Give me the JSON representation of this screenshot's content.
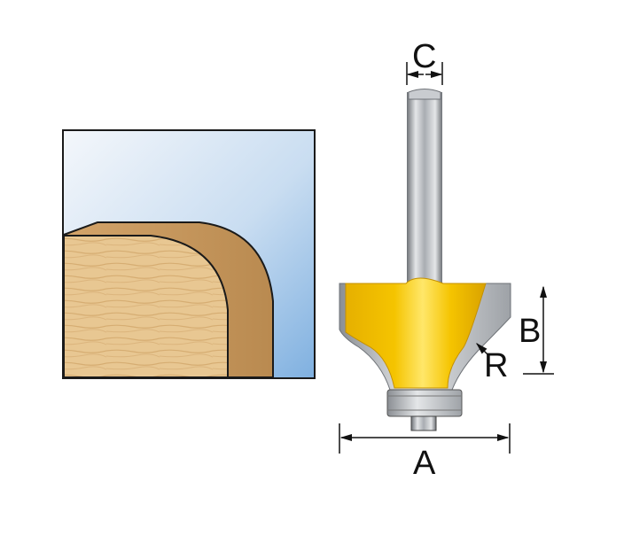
{
  "diagram": {
    "subject": "Rounding-over router bit with bearing guide",
    "profile_panel": {
      "description": "Wood edge profile with rounded corner",
      "colors": {
        "sky_top": "#f4f7fb",
        "sky_bottom": "#7fb0e0",
        "wood_face": "#e8c792",
        "wood_edge": "#c49458",
        "outline": "#1a1a1a"
      }
    },
    "router_bit": {
      "colors": {
        "body": "#f5c400",
        "body_highlight": "#ffe76a",
        "steel": "#b5b8bc",
        "steel_dark": "#6e7277",
        "steel_light": "#e4e6e8"
      }
    },
    "dimensions": {
      "A": "A",
      "B": "B",
      "C": "C",
      "R": "R"
    }
  }
}
